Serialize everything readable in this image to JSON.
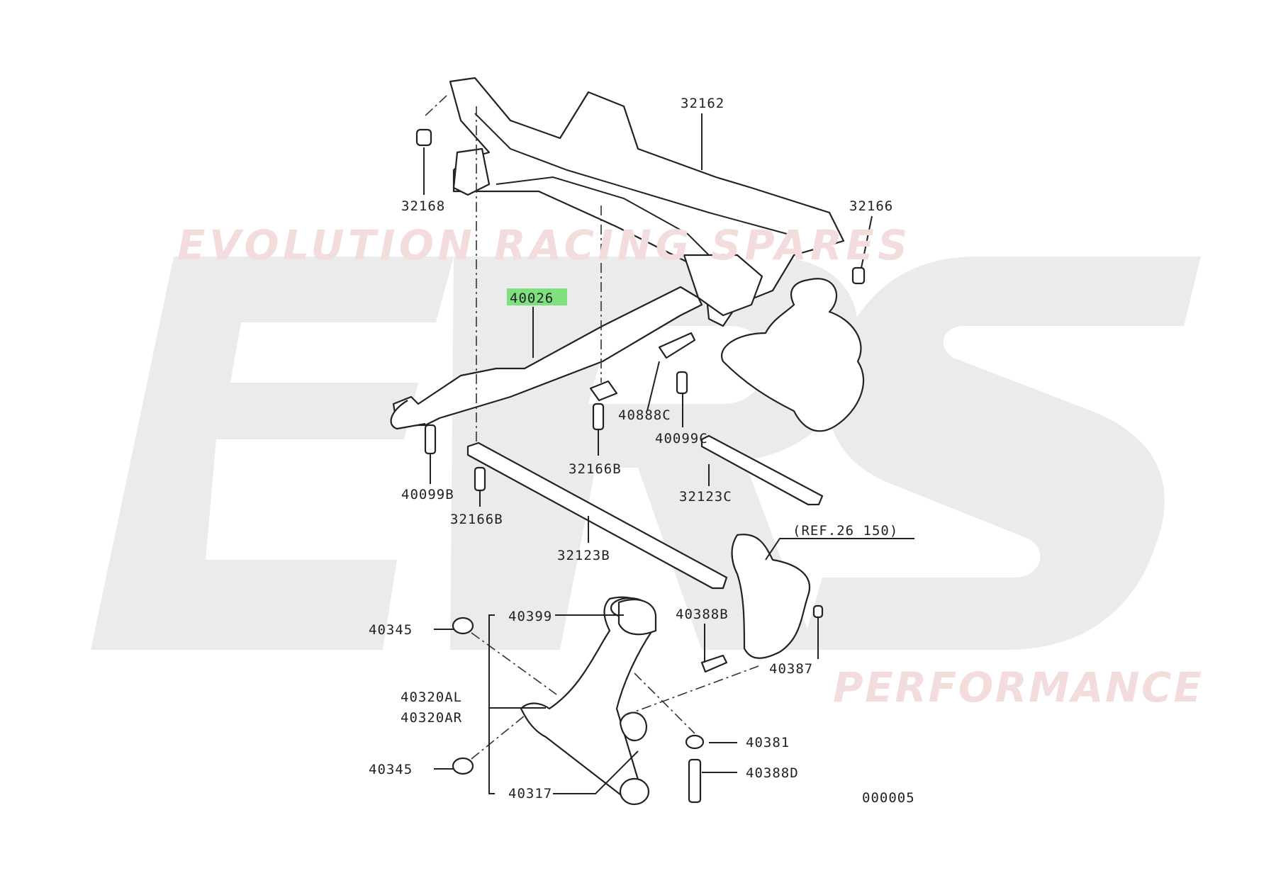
{
  "watermark": {
    "logo_letters": "ERS",
    "top_text": "EVOLUTION RACING SPARES",
    "bottom_text": "PERFORMANCE"
  },
  "highlight_color": "#7ee07e",
  "labels": {
    "crossmember": "32162",
    "bushing_left": "32168",
    "bolt_right": "32166",
    "main_member": "40026",
    "bolt_40888c": "40888C",
    "bolt_40099c": "40099C",
    "bolt_32166b_center": "32166B",
    "bolt_40099b": "40099B",
    "bolt_32166b_left": "32166B",
    "bar_32123c": "32123C",
    "bar_32123b": "32123B",
    "ref": "(REF.26 150)",
    "bushing_40399": "40399",
    "washer_upper": "40345",
    "bolt_40388b": "40388B",
    "nut_40387": "40387",
    "arm_left": "40320AL",
    "arm_right": "40320AR",
    "nut_40381": "40381",
    "washer_lower": "40345",
    "bolt_40388d": "40388D",
    "ball_joint": "40317",
    "diagram_id": "000005"
  }
}
